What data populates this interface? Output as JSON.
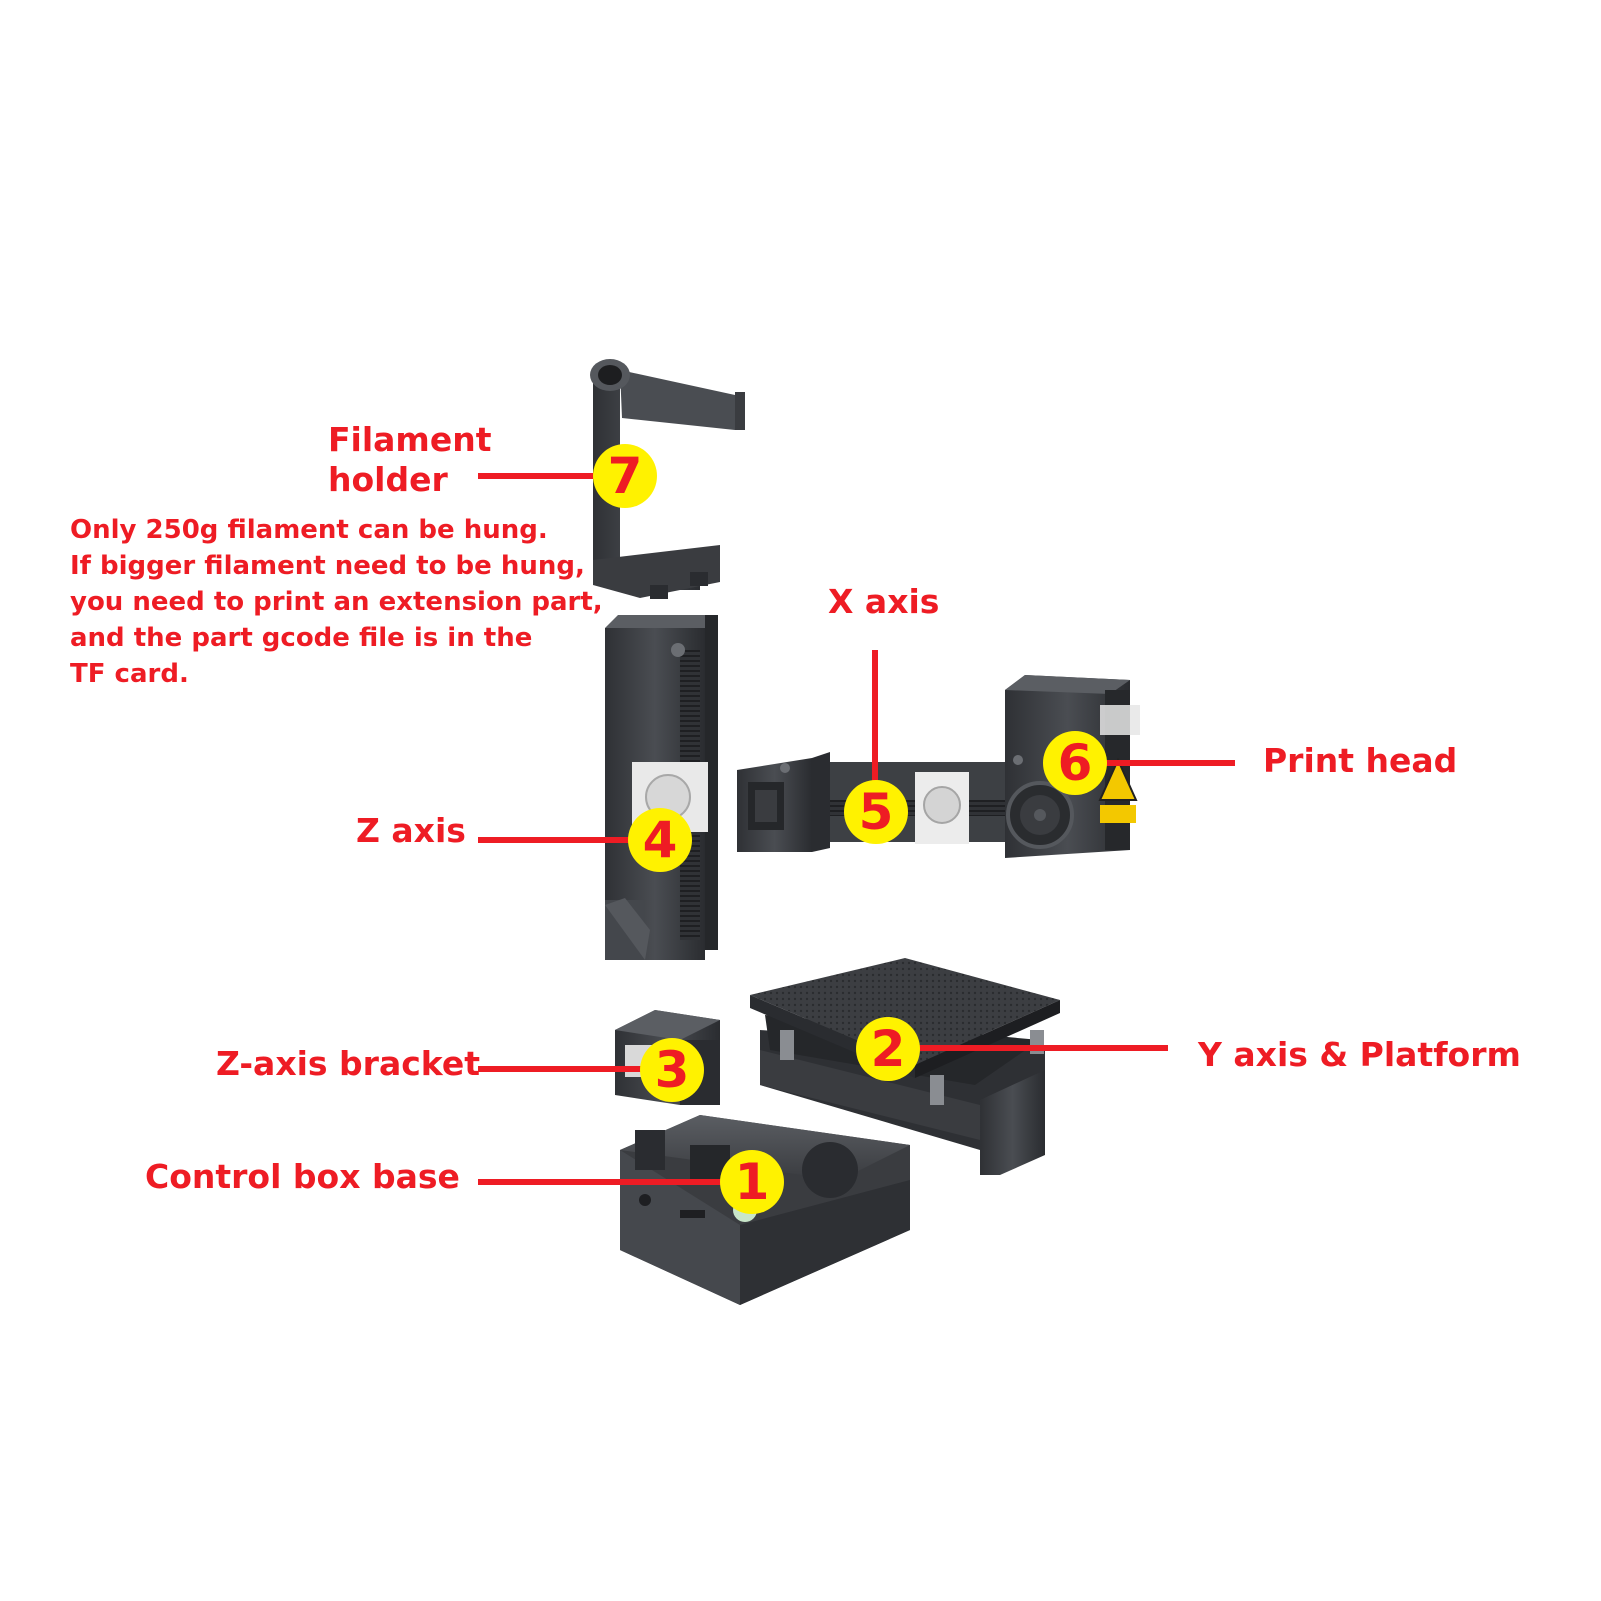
{
  "labels": {
    "filament_holder": "Filament\nholder",
    "filament_note": "Only 250g filament can be hung.\nIf bigger filament need to be hung,\nyou need to print an extension part,\nand the part gcode file is in the\nTF card.",
    "x_axis": "X axis",
    "print_head": "Print head",
    "z_axis": "Z axis",
    "y_axis_platform": "Y axis & Platform",
    "z_axis_bracket": "Z-axis bracket",
    "control_box_base": "Control box base"
  },
  "badges": {
    "b1": "1",
    "b2": "2",
    "b3": "3",
    "b4": "4",
    "b5": "5",
    "b6": "6",
    "b7": "7"
  },
  "colors": {
    "label_red": "#ee1c24",
    "badge_yellow": "#fff200",
    "part_dark": "#3a3c40",
    "part_mid": "#55585d",
    "part_light": "#7a7d82"
  }
}
